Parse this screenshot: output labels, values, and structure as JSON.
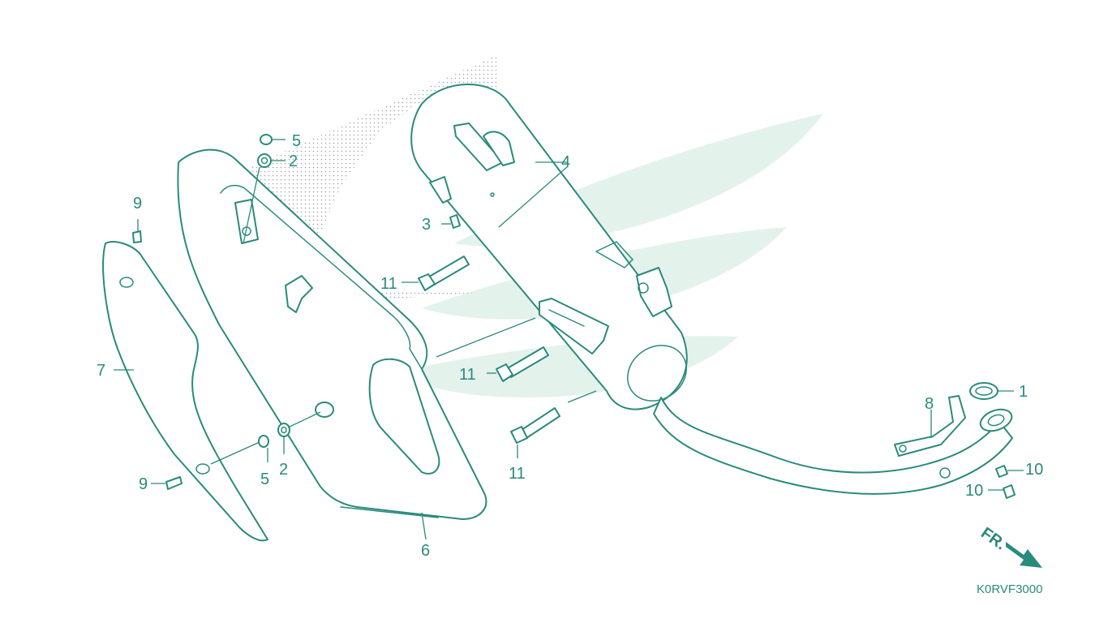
{
  "diagram_code": "K0RVF3000",
  "front_indicator": {
    "label": "FR."
  },
  "colors": {
    "line": "#2a8a7c",
    "watermark": "#e4f2ec",
    "background": "#ffffff"
  },
  "callouts": {
    "c1": "1",
    "c2a": "2",
    "c2b": "2",
    "c3": "3",
    "c4": "4",
    "c5a": "5",
    "c5b": "5",
    "c6": "6",
    "c7": "7",
    "c8": "8",
    "c9a": "9",
    "c9b": "9",
    "c10a": "10",
    "c10b": "10",
    "c11a": "11",
    "c11b": "11",
    "c11c": "11"
  }
}
